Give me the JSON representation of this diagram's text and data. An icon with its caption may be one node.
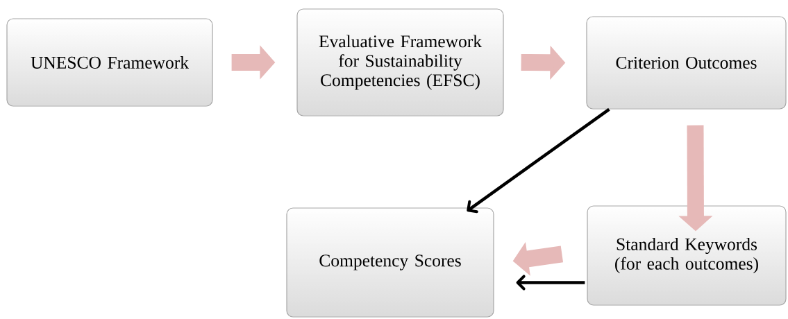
{
  "diagram": {
    "nodes": [
      {
        "text": [
          "UNESCO Framework"
        ]
      },
      {
        "text": [
          "Evaluative Framework for Sustainability Competencies (EFSC)"
        ]
      },
      {
        "text": [
          "Criterion Outcomes"
        ]
      },
      {
        "text": [
          "Standard Keywords (for each outcomes)"
        ]
      },
      {
        "text": [
          "Competency Scores"
        ]
      }
    ],
    "edges": [
      {
        "from": 0,
        "to": 1,
        "arrow": "to"
      },
      {
        "from": 1,
        "to": 2,
        "arrow": "to"
      },
      {
        "from": 2,
        "to": 3,
        "arrow": "to"
      },
      {
        "from": 3,
        "to": 4,
        "arrow": "to"
      },
      {
        "from": 2,
        "to": 4,
        "arrow": "to",
        "color": "#000000"
      },
      {
        "from": 3,
        "to": 4,
        "arrow": "to",
        "color": "#000000"
      }
    ]
  }
}
